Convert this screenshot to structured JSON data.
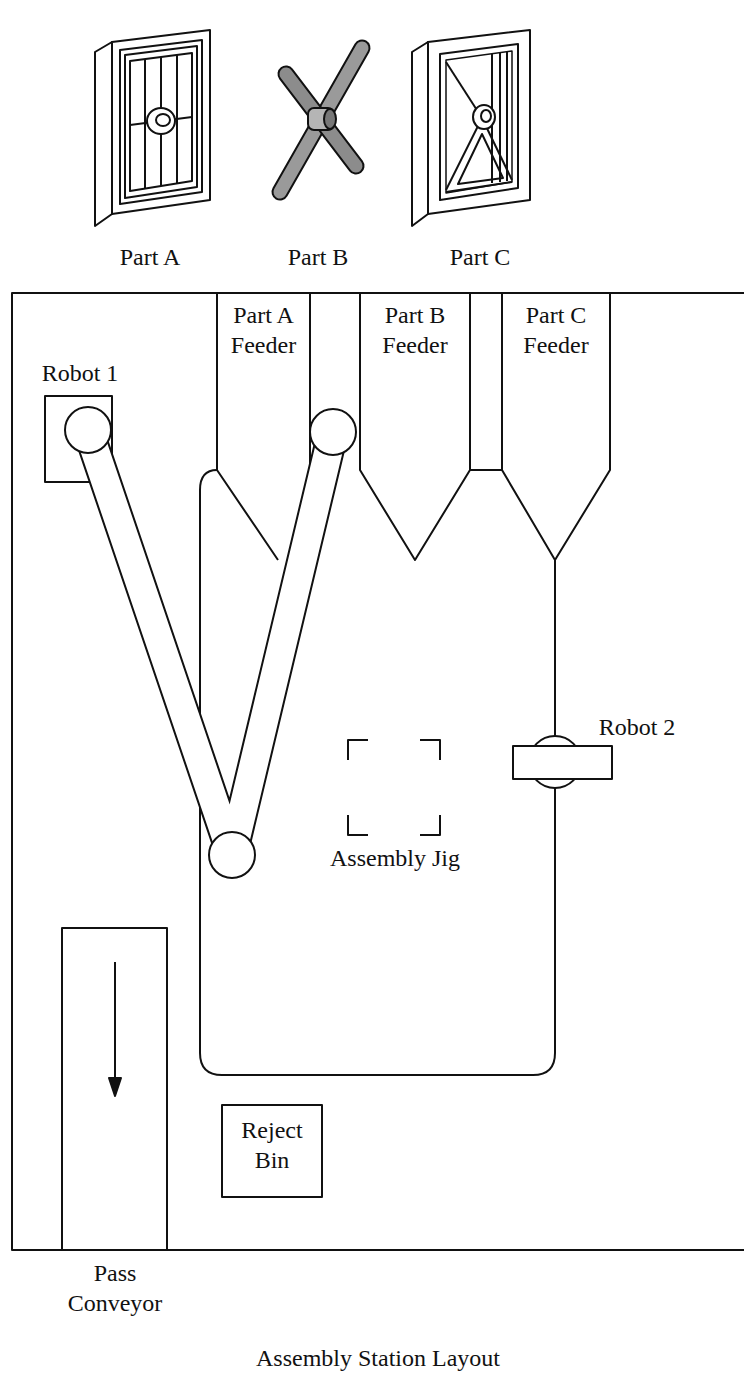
{
  "diagram": {
    "caption": "Assembly Station Layout",
    "nodes": [
      {
        "text": [
          "Part A Feeder"
        ]
      },
      {
        "text": [
          "Part B Feeder"
        ]
      },
      {
        "text": [
          "Part C Feeder"
        ]
      },
      {
        "text": [
          "Robot 1"
        ]
      },
      {
        "text": [
          "Robot 2"
        ]
      },
      {
        "text": [
          "Assembly Jig"
        ]
      },
      {
        "text": [
          "Pass Conveyor"
        ]
      },
      {
        "text": [
          "Reject Bin"
        ]
      }
    ],
    "labels": [
      "Part A",
      "Part B",
      "Part C"
    ]
  }
}
